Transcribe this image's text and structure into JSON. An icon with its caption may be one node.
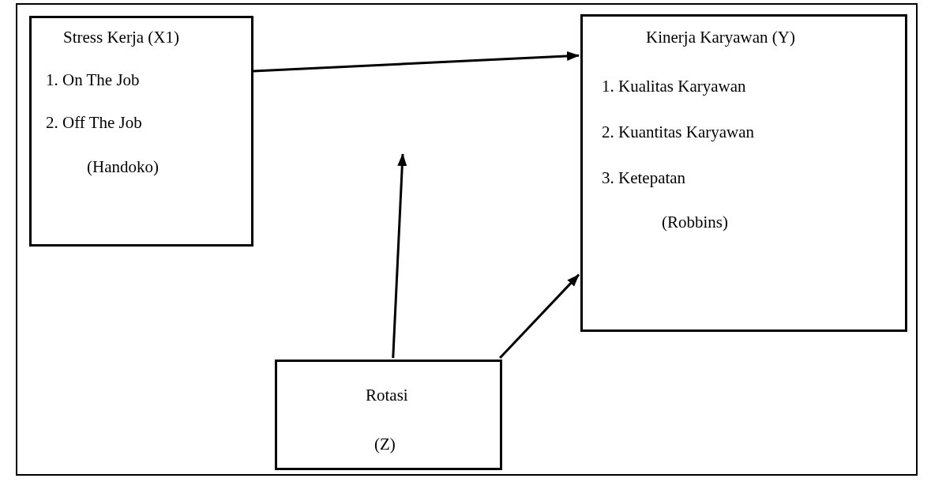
{
  "diagram": {
    "nodes": [
      {
        "text": [
          "Stress Kerja (X1)",
          "1. On The Job",
          "2. Off The Job",
          "(Handoko)"
        ]
      },
      {
        "text": [
          "Kinerja Karyawan (Y)",
          "1. Kualitas Karyawan",
          "2. Kuantitas Karyawan",
          "3. Ketepatan",
          "(Robbins)"
        ]
      },
      {
        "text": [
          "Rotasi",
          "(Z)"
        ]
      }
    ],
    "edges": [
      {
        "from": 0,
        "to": 1,
        "arrow": "to"
      },
      {
        "from": 2,
        "to": null,
        "arrow": "to"
      },
      {
        "from": 2,
        "to": 1,
        "arrow": "to"
      }
    ]
  }
}
